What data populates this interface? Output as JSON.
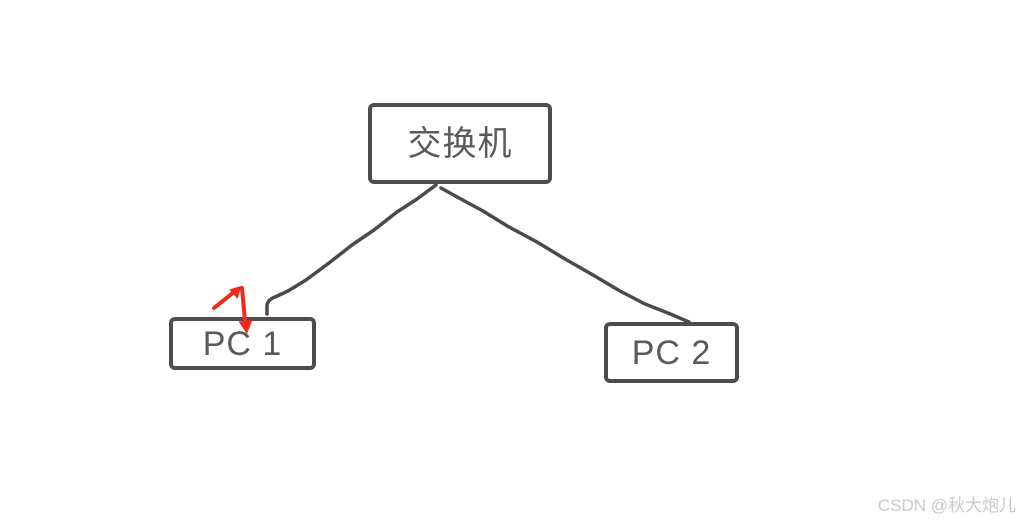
{
  "colors": {
    "background": "#ffffff",
    "node_fill": "#ffffff",
    "node_border": "#4d4d4d",
    "connector": "#4a4a4a",
    "label_text": "#5a5a5a",
    "highlight_arrow": "#f5291a",
    "watermark_text": "#c9c9c9"
  },
  "diagram": {
    "type": "network-topology",
    "nodes": {
      "switch": {
        "label": "交换机"
      },
      "pc1": {
        "label": "PC 1"
      },
      "pc2": {
        "label": "PC 2"
      }
    },
    "edges": [
      {
        "from": "switch",
        "to": "pc1"
      },
      {
        "from": "switch",
        "to": "pc2"
      }
    ]
  },
  "watermark": {
    "text": "CSDN @秋大炮儿"
  }
}
